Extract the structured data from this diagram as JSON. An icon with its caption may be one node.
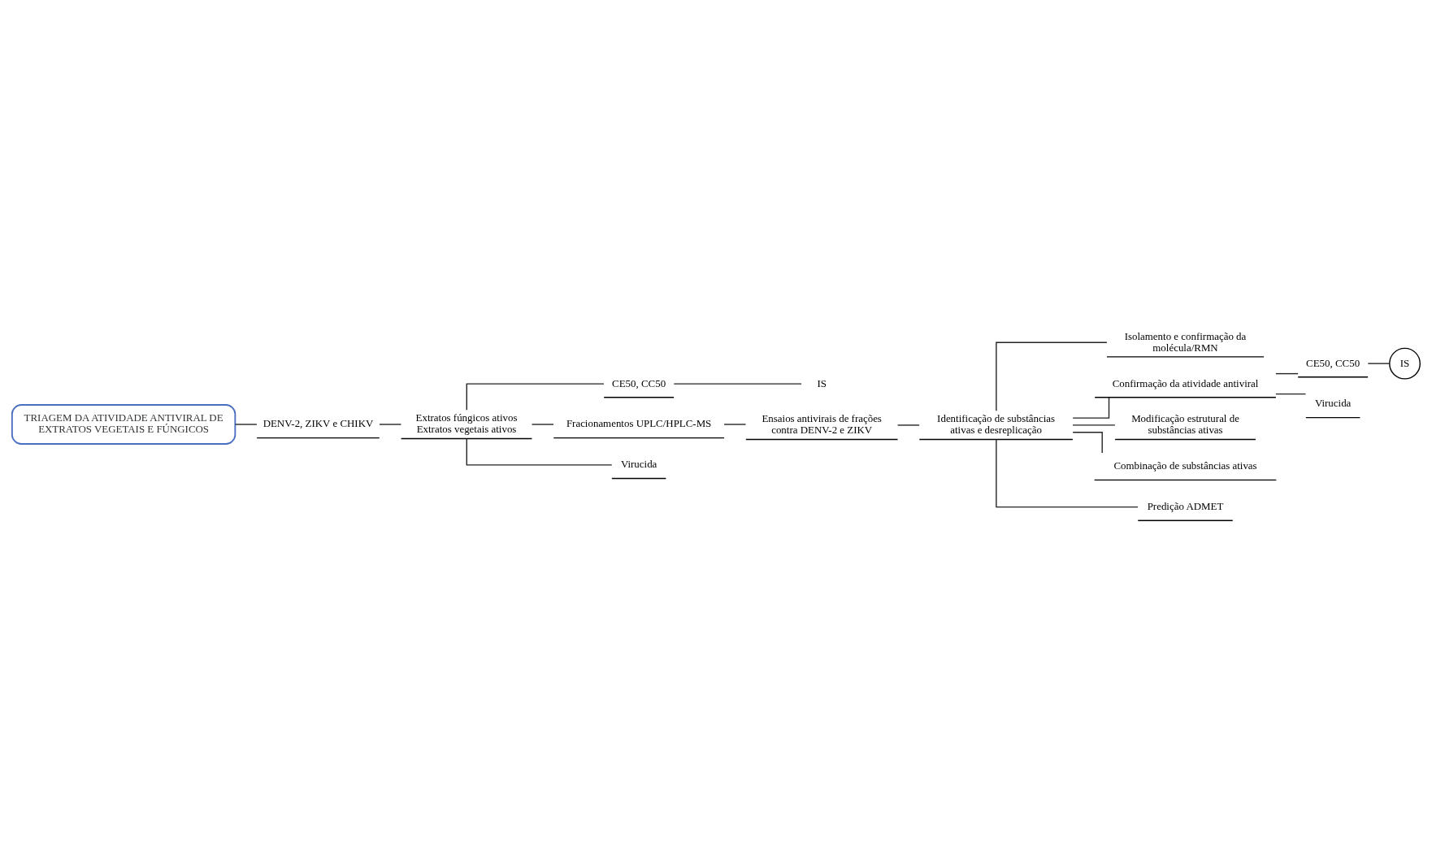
{
  "diagram": {
    "nodes": [
      {
        "text": [
          "TRIAGEM DA ATIVIDADE ANTIVIRAL DE EXTRATOS VEGETAIS E FÚNGICOS"
        ]
      },
      {
        "text": [
          "DENV-2, ZIKV e CHIKV"
        ]
      },
      {
        "text": [
          "Extratos fúngicos ativos",
          "Extratos vegetais ativos"
        ]
      },
      {
        "text": [
          "CE50, CC50"
        ]
      },
      {
        "text": [
          "IS"
        ]
      },
      {
        "text": [
          "Fracionamentos UPLC/HPLC-MS"
        ]
      },
      {
        "text": [
          "Ensaios antivirais de frações contra DENV-2 e ZIKV"
        ]
      },
      {
        "text": [
          "Identificação de substâncias ativas e desreplicação"
        ]
      },
      {
        "text": [
          "Isolamento e confirmação da molécula/RMN"
        ]
      },
      {
        "text": [
          "Confirmação da atividade antiviral"
        ]
      },
      {
        "text": [
          "CE50, CC50"
        ]
      },
      {
        "text": [
          "IS"
        ]
      },
      {
        "text": [
          "Virucida"
        ]
      },
      {
        "text": [
          "Modificação estrutural de substâncias ativas"
        ]
      },
      {
        "text": [
          "Combinação de substâncias ativas"
        ]
      },
      {
        "text": [
          "Predição ADMET"
        ]
      },
      {
        "text": [
          "Virucida"
        ]
      }
    ],
    "edges": [
      {
        "from": 0,
        "to": 1,
        "arrow": "none"
      },
      {
        "from": 1,
        "to": 2,
        "arrow": "none"
      },
      {
        "from": 2,
        "to": 3,
        "arrow": "none"
      },
      {
        "from": 3,
        "to": 4,
        "arrow": "none"
      },
      {
        "from": 2,
        "to": 5,
        "arrow": "none"
      },
      {
        "from": 5,
        "to": 6,
        "arrow": "none"
      },
      {
        "from": 6,
        "to": 7,
        "arrow": "none"
      },
      {
        "from": 7,
        "to": 8,
        "arrow": "none"
      },
      {
        "from": 7,
        "to": 9,
        "arrow": "none"
      },
      {
        "from": 9,
        "to": 10,
        "arrow": "none"
      },
      {
        "from": 10,
        "to": 11,
        "arrow": "none"
      },
      {
        "from": 9,
        "to": 12,
        "arrow": "none"
      },
      {
        "from": 7,
        "to": 13,
        "arrow": "none"
      },
      {
        "from": 7,
        "to": 14,
        "arrow": "none"
      },
      {
        "from": 7,
        "to": 15,
        "arrow": "none"
      },
      {
        "from": 2,
        "to": 16,
        "arrow": "none"
      }
    ]
  }
}
